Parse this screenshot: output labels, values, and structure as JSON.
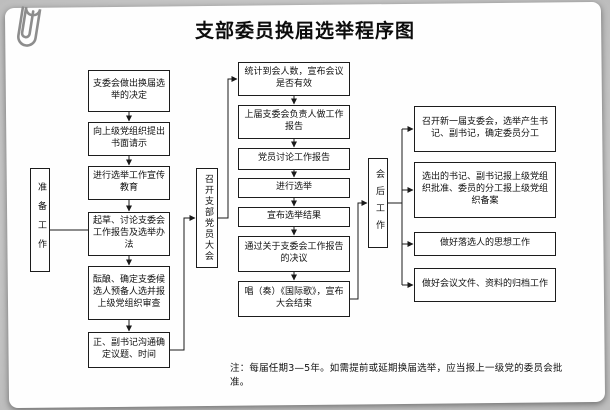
{
  "title": "支部委员换届选举程序图",
  "phases": {
    "prepare": "准备工作",
    "meeting": "召开支部党员大会",
    "after": "会后工作"
  },
  "left_steps": [
    "支委会做出换届选举的决定",
    "向上级党组织提出书面请示",
    "进行选举工作宣传教育",
    "起草、讨论支委会工作报告及选举办法",
    "酝酿、确定支委候选人预备人选并报上级党组织审查",
    "正、副书记沟通确定议题、时间"
  ],
  "middle_steps": [
    "统计到会人数，宣布会议是否有效",
    "上届支委会负责人做工作报告",
    "党员讨论工作报告",
    "进行选举",
    "宣布选举结果",
    "通过关于支委会工作报告的决议",
    "唱（奏）《国际歌》，宣布大会结束"
  ],
  "right_steps": [
    "召开新一届支委会，选举产生书记、副书记，确定委员分工",
    "选出的书记、副书记报上级党组织批准、委员的分工报上级党组织备案",
    "做好落选人的思想工作",
    "做好会议文件、资料的归档工作"
  ],
  "note": "注：每届任期3—5年。如需提前或延期换届选举，应当报上一级党的委员会批准。",
  "colors": {
    "line": "#1a1a1a",
    "paper": "#fefefe",
    "background": "#c6c6c6"
  }
}
